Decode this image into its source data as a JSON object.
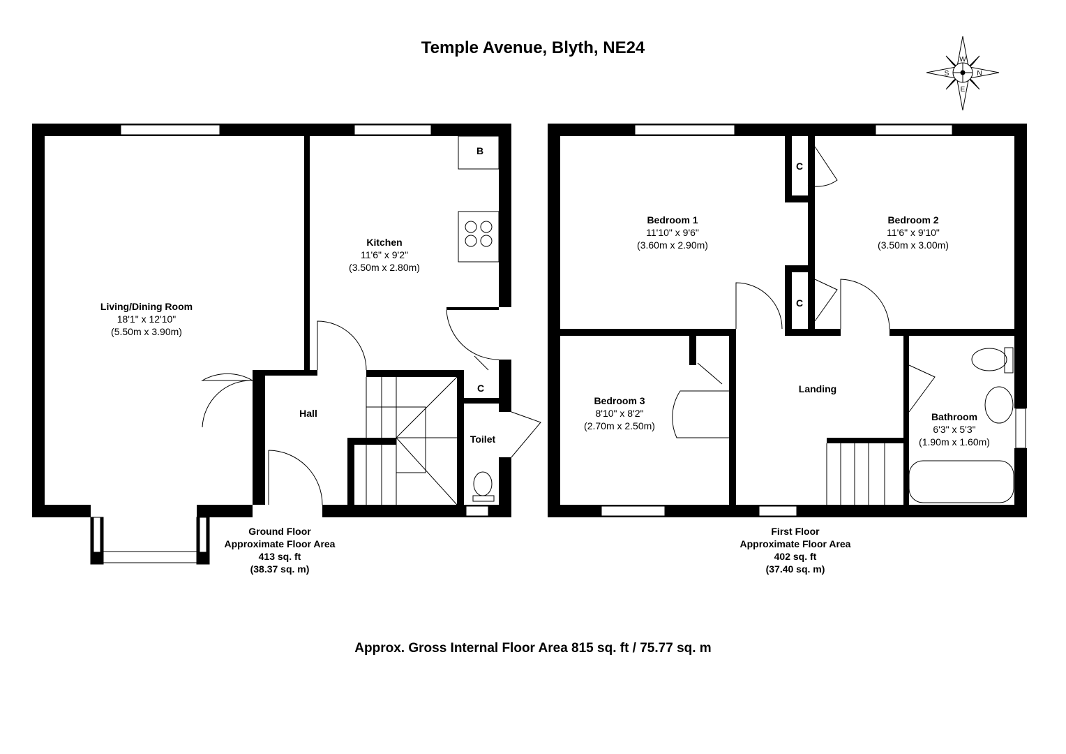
{
  "title": "Temple Avenue, Blyth, NE24",
  "compass": {
    "n": "N",
    "s": "S",
    "e": "E",
    "w": "W"
  },
  "ground_floor": {
    "rooms": [
      {
        "name": "Living/Dining Room",
        "imperial": "18'1\" x 12'10\"",
        "metric": "(5.50m x 3.90m)"
      },
      {
        "name": "Kitchen",
        "imperial": "11'6\" x 9'2\"",
        "metric": "(3.50m x 2.80m)"
      },
      {
        "name": "Hall"
      },
      {
        "name": "Toilet"
      }
    ],
    "labels": {
      "boiler": "B",
      "cupboard": "C"
    },
    "area": {
      "floor": "Ground Floor",
      "caption": "Approximate Floor Area",
      "sqft": "413 sq. ft",
      "sqm": "(38.37 sq. m)"
    }
  },
  "first_floor": {
    "rooms": [
      {
        "name": "Bedroom 1",
        "imperial": "11'10\" x 9'6\"",
        "metric": "(3.60m x 2.90m)"
      },
      {
        "name": "Bedroom 2",
        "imperial": "11'6\" x 9'10\"",
        "metric": "(3.50m x 3.00m)"
      },
      {
        "name": "Bedroom 3",
        "imperial": "8'10\" x 8'2\"",
        "metric": "(2.70m x 2.50m)"
      },
      {
        "name": "Landing"
      },
      {
        "name": "Bathroom",
        "imperial": "6'3\" x 5'3\"",
        "metric": "(1.90m x 1.60m)"
      }
    ],
    "labels": {
      "cupboard1": "C",
      "cupboard2": "C"
    },
    "area": {
      "floor": "First Floor",
      "caption": "Approximate Floor Area",
      "sqft": "402 sq. ft",
      "sqm": "(37.40 sq. m)"
    }
  },
  "gross_area": "Approx. Gross Internal Floor Area 815 sq. ft / 75.77 sq. m"
}
